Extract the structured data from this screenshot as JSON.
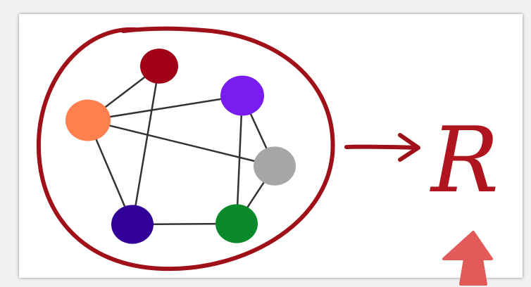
{
  "diagram": {
    "output_symbol": "R",
    "colors": {
      "enclosure": "#a01018",
      "edge": "#333333",
      "arrow": "#a01018",
      "output_symbol": "#b0141e",
      "cursor": "#e35a5a"
    },
    "nodes": [
      {
        "id": "dark-red",
        "color": "#a00018"
      },
      {
        "id": "orange",
        "color": "#ff7f4f"
      },
      {
        "id": "purple",
        "color": "#7a1cf0"
      },
      {
        "id": "gray",
        "color": "#a6a6a6"
      },
      {
        "id": "dark-blue",
        "color": "#300098"
      },
      {
        "id": "green",
        "color": "#0a8a2a"
      }
    ],
    "edges": [
      [
        "dark-red",
        "orange"
      ],
      [
        "dark-red",
        "dark-blue"
      ],
      [
        "orange",
        "purple"
      ],
      [
        "orange",
        "gray"
      ],
      [
        "orange",
        "dark-blue"
      ],
      [
        "purple",
        "gray"
      ],
      [
        "purple",
        "green"
      ],
      [
        "gray",
        "green"
      ],
      [
        "dark-blue",
        "green"
      ]
    ]
  }
}
